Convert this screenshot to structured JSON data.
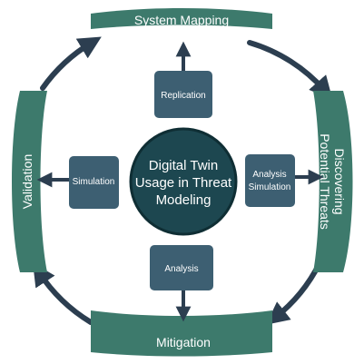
{
  "center": {
    "lines": [
      "Digital Twin",
      "Usage in Threat",
      "Modeling"
    ]
  },
  "stages": {
    "top": "System Mapping",
    "right": [
      "Discovering",
      "Potential Threats"
    ],
    "bottom": "Mitigation",
    "left": "Validation"
  },
  "boxes": {
    "top": "Replication",
    "right": [
      "Analysis",
      "Simulation"
    ],
    "bottom": "Analysis",
    "left": "Simulation"
  },
  "colors": {
    "ring": "#2c3e50",
    "band": "#3d7a6c",
    "band_dark": "#2f6357",
    "center_fill": "#1d4750",
    "box_fill": "#3d5f72",
    "text_light": "#ffffff"
  }
}
